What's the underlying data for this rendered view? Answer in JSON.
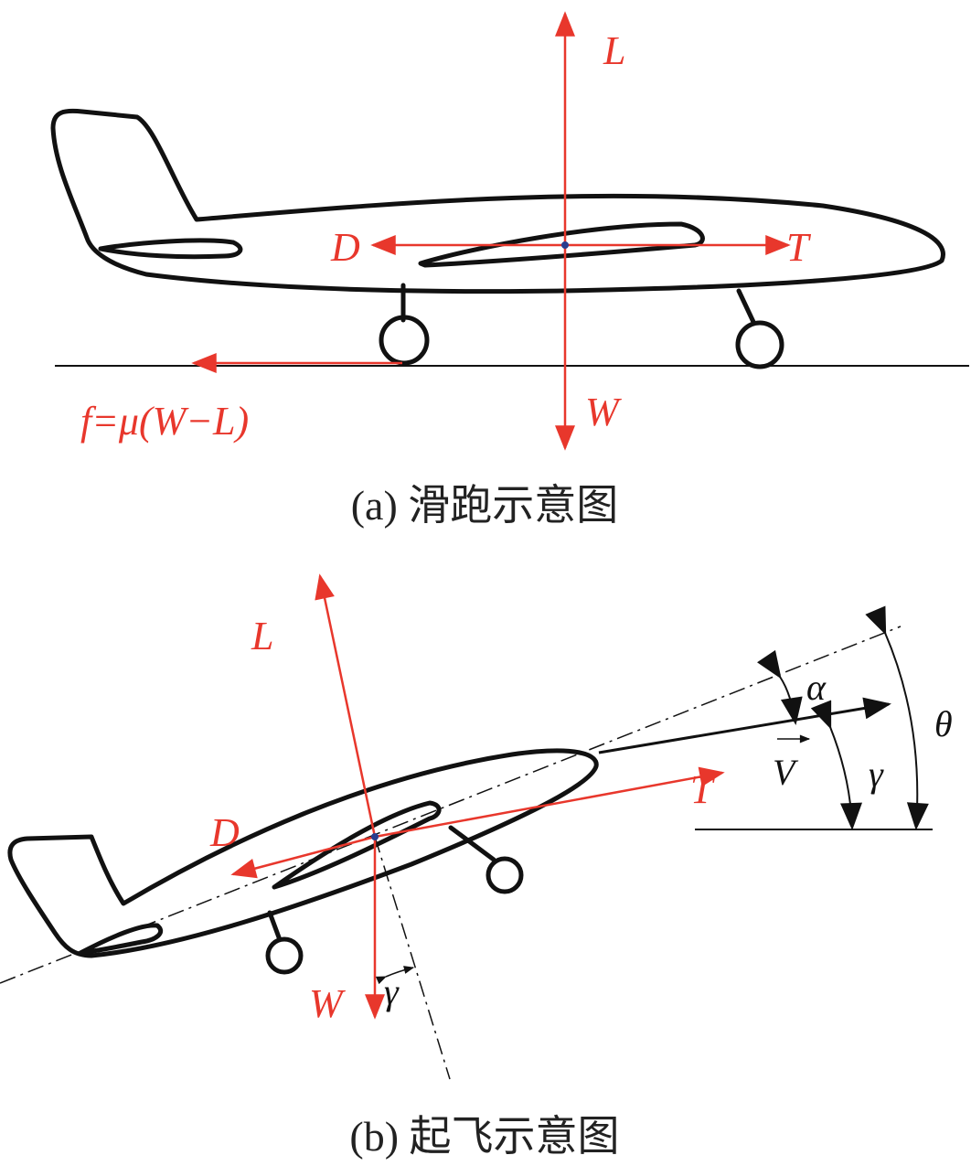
{
  "panel_a": {
    "caption": "(a) 滑跑示意图",
    "labels": {
      "lift": "L",
      "drag": "D",
      "thrust": "T",
      "weight": "W",
      "friction": "f=μ(W−L)"
    }
  },
  "panel_b": {
    "caption": "(b) 起飞示意图",
    "labels": {
      "lift": "L",
      "drag": "D",
      "thrust": "T",
      "weight": "W",
      "gamma_small": "γ",
      "alpha": "α",
      "velocity": "V",
      "gamma": "γ",
      "theta": "θ"
    }
  },
  "colors": {
    "force": "#e8372c",
    "outline": "#111111"
  }
}
